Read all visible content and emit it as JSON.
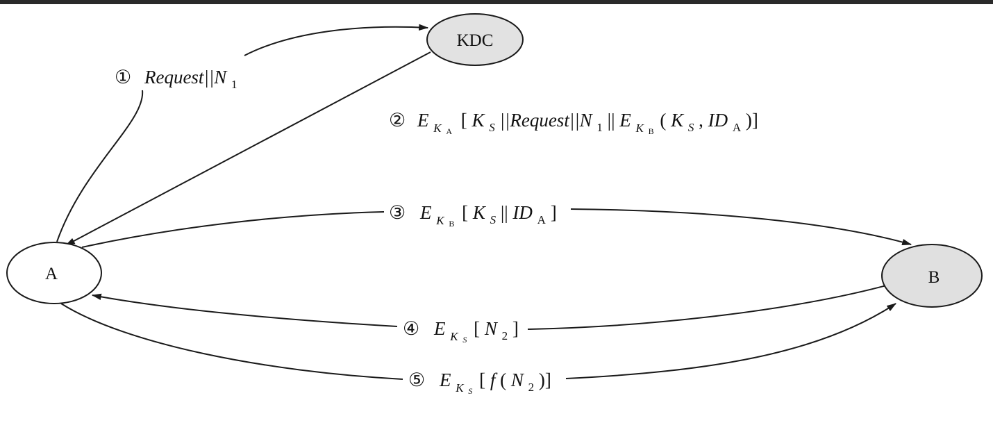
{
  "nodes": {
    "kdc": {
      "label": "KDC"
    },
    "a": {
      "label": "A"
    },
    "b": {
      "label": "B"
    }
  },
  "messages": {
    "m1": {
      "num": "①",
      "body": "Request||N",
      "sub": "1"
    },
    "m2": {
      "num": "②",
      "E": "E",
      "K": "K",
      "A": "A",
      "open": "[",
      "KS_K": "K",
      "KS_S": "S",
      "part1": "||Request||N",
      "n1sub": "1",
      "sep": "||",
      "E2": "E",
      "K2": "K",
      "B": "B",
      "paren_open": "(",
      "KS2_K": "K",
      "KS2_S": "S",
      "comma": ",",
      "ID": "ID",
      "IDsub": "A",
      "close": ")]"
    },
    "m3": {
      "num": "③",
      "E": "E",
      "K": "K",
      "B": "B",
      "open": "[",
      "KS_K": "K",
      "KS_S": "S",
      "sep": "||",
      "ID": "ID",
      "IDsub": "A",
      "close": "]"
    },
    "m4": {
      "num": "④",
      "E": "E",
      "K": "K",
      "S": "S",
      "open": "[",
      "N": "N",
      "Nsub": "2",
      "close": "]"
    },
    "m5": {
      "num": "⑤",
      "E": "E",
      "K": "K",
      "S": "S",
      "open": "[",
      "f": "f",
      "paren": "(",
      "N": "N",
      "Nsub": "2",
      "close": ")]"
    }
  },
  "colors": {
    "kdc_fill": "#e2e2e2",
    "b_fill": "#e0e0e0",
    "a_fill": "#ffffff",
    "stroke": "#1a1a1a"
  }
}
